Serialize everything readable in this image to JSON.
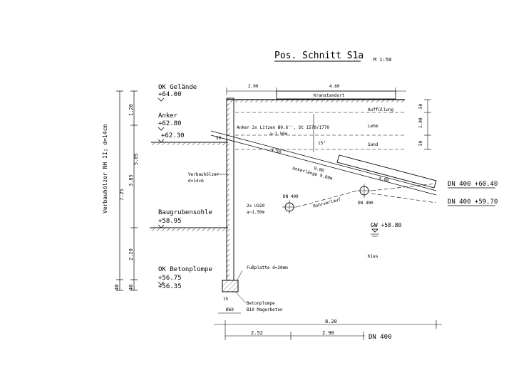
{
  "title": "Pos. Schnitt S1a",
  "scale": "M 1:50",
  "left_vertical_label": "Verbauhölzer NH II; d=14cm",
  "levels": {
    "ok_gelaende_label": "OK Gelände",
    "ok_gelaende_value": "+64.00",
    "anker_label": "Anker",
    "anker_value": "+62.80",
    "anker_lower_value": "+62.30",
    "baugrubensohle_label": "Baugrubensohle",
    "baugrubensohle_value": "+58.95",
    "ok_betonplombe_label": "OK Betonplompe",
    "ok_betonplombe_value": "+56.75",
    "bottom_value": "+56.35"
  },
  "vertical_dims": {
    "outer_total": "7.25",
    "middle_a": "5.05",
    "middle_b": "3.85",
    "seg_120": "1.20",
    "seg_220": "2.20",
    "seg_40_a": "40",
    "seg_40_b": "40"
  },
  "top_dims": {
    "d200": "2.00",
    "d460": "4.60"
  },
  "right_dims": {
    "r50_top": "50",
    "r100": "1.00",
    "r50_bottom": "50"
  },
  "soil_layers": {
    "auffuellung": "Auffüllung",
    "lehm": "Lehm",
    "sand": "Sand",
    "kies": "Kies"
  },
  "kranstandort": "Kranstandort",
  "anchor_text": "Anker 2x Litzen Ø0.6'', St 1570/1770",
  "anchor_spacing": "a~1.50m",
  "anchor_angle": "15°",
  "anchor_offset": "50",
  "anchor_d450": "4.50",
  "anchor_d900": "9.00",
  "anchor_d400": "4.00",
  "anchor_length": "Ankerlänge 9.00m",
  "verbauhoelzer_label": "Verbauhölzer",
  "verbauhoelzer_d": "d=14cm",
  "u_profile": "2x U320",
  "u_spacing": "a~1.50m",
  "pipe_left": "DN 400",
  "pipe_right": "DN 400",
  "rohrverlauf": "Rohrverlauf",
  "dn_upper": "DN 400 +60.40",
  "dn_lower": "DN 400 +59.70",
  "gw": "GW +58.80",
  "fussplatte": "Fußplatte d=20mm",
  "betonplombe_label": "Betonplompe",
  "betonplombe_material": "B10 Magerbeton",
  "dim_15": "15",
  "dim_phi60": "Ø60",
  "bottom_dims": {
    "d820": "8.20",
    "d252": "2.52",
    "d290": "2.90",
    "dn": "DN 400"
  }
}
